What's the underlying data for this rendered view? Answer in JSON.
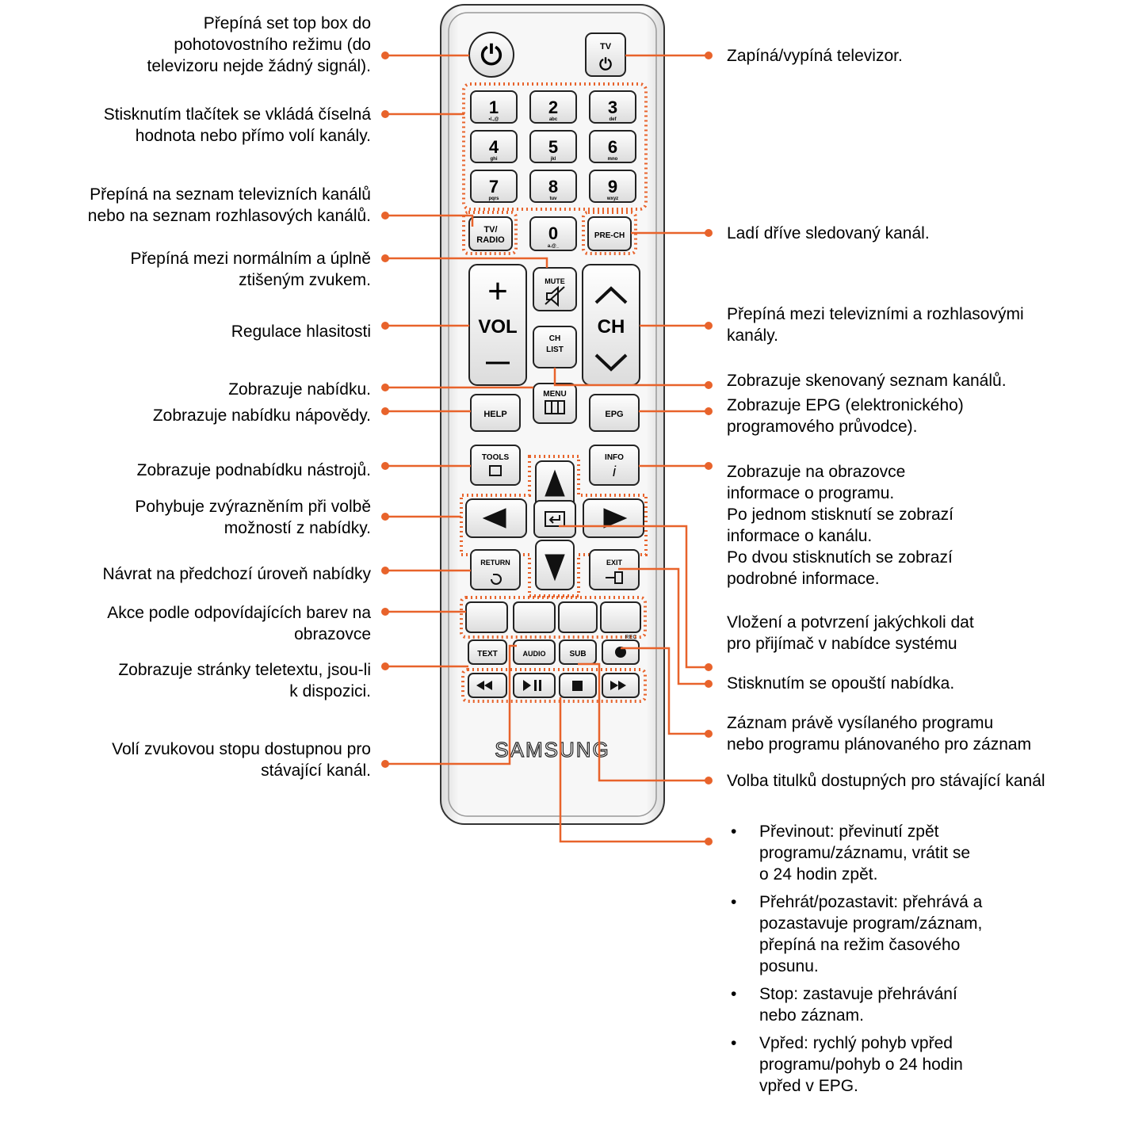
{
  "remote": {
    "brand": "SAMSUNG",
    "accent_color": "#e8632b",
    "buttons": {
      "power": "⏻",
      "tv_label": "TV",
      "tv_power": "⏻",
      "num1": "1",
      "num1_sub": "•/.,@",
      "num2": "2",
      "num2_sub": "abc",
      "num3": "3",
      "num3_sub": "def",
      "num4": "4",
      "num4_sub": "ghi",
      "num5": "5",
      "num5_sub": "jkl",
      "num6": "6",
      "num6_sub": "mno",
      "num7": "7",
      "num7_sub": "pqrs",
      "num8": "8",
      "num8_sub": "tuv",
      "num9": "9",
      "num9_sub": "wxyz",
      "num0": "0",
      "num0_sub": "a.@_",
      "tv_radio_1": "TV/",
      "tv_radio_2": "RADIO",
      "prech": "PRE-CH",
      "vol_plus": "+",
      "vol": "VOL",
      "vol_minus": "—",
      "mute": "MUTE",
      "ch_list_1": "CH",
      "ch_list_2": "LIST",
      "ch": "CH",
      "menu": "MENU",
      "help": "HELP",
      "epg": "EPG",
      "tools": "TOOLS",
      "info": "INFO",
      "info_i": "i",
      "return": "RETURN",
      "exit": "EXIT",
      "text": "TEXT",
      "audio": "AUDIO",
      "sub": "SUB",
      "rec": "REC"
    }
  },
  "labels_left": [
    "Přepíná set top box do\npohotovostního režimu (do\ntelevizoru nejde žádný signál).",
    "Stisknutím tlačítek se vkládá číselná\nhodnota nebo přímo volí kanály.",
    "Přepíná na seznam televizních kanálů\nnebo na seznam rozhlasových kanálů.",
    "Přepíná mezi normálním a úplně\nztišeným zvukem.",
    "Regulace hlasitosti",
    "Zobrazuje nabídku.",
    "Zobrazuje nabídku nápovědy.",
    "Zobrazuje podnabídku nástrojů.",
    "Pohybuje zvýrazněním při volbě\nmožností z nabídky.",
    "Návrat na předchozí úroveň nabídky",
    "Akce podle odpovídajících barev na\nobrazovce",
    "Zobrazuje stránky teletextu, jsou-li\nk dispozici.",
    "Volí zvukovou stopu dostupnou pro\nstávající kanál."
  ],
  "labels_right": [
    "Zapíná/vypíná televizor.",
    "Ladí dříve sledovaný kanál.",
    "Přepíná mezi televizními a rozhlasovými\nkanály.",
    "Zobrazuje skenovaný seznam kanálů.",
    "Zobrazuje EPG (elektronického)\nprogramového průvodce).",
    "Zobrazuje na obrazovce\ninformace o programu.\nPo jednom stisknutí se zobrazí\ninformace o kanálu.\nPo dvou stisknutích se zobrazí\npodrobné informace.",
    "Vložení a potvrzení jakýchkoli dat\npro přijímač v nabídce systému",
    "Stisknutím se opouští nabídka.",
    "Záznam právě vysílaného programu\nnebo programu plánovaného pro záznam",
    "Volba titulků dostupných pro stávající kanál"
  ],
  "bullets": {
    "marker": "•",
    "items": [
      "Převinout: převinutí zpět\nprogramu/záznamu, vrátit se\no 24 hodin zpět.",
      "Přehrát/pozastavit: přehrává a\npozastavuje program/záznam,\npřepíná na režim časového\nposunu.",
      "Stop: zastavuje přehrávání\nnebo záznam.",
      "Vpřed: rychlý pohyb vpřed\nprogramu/pohyb o 24 hodin\nvpřed v EPG."
    ]
  }
}
